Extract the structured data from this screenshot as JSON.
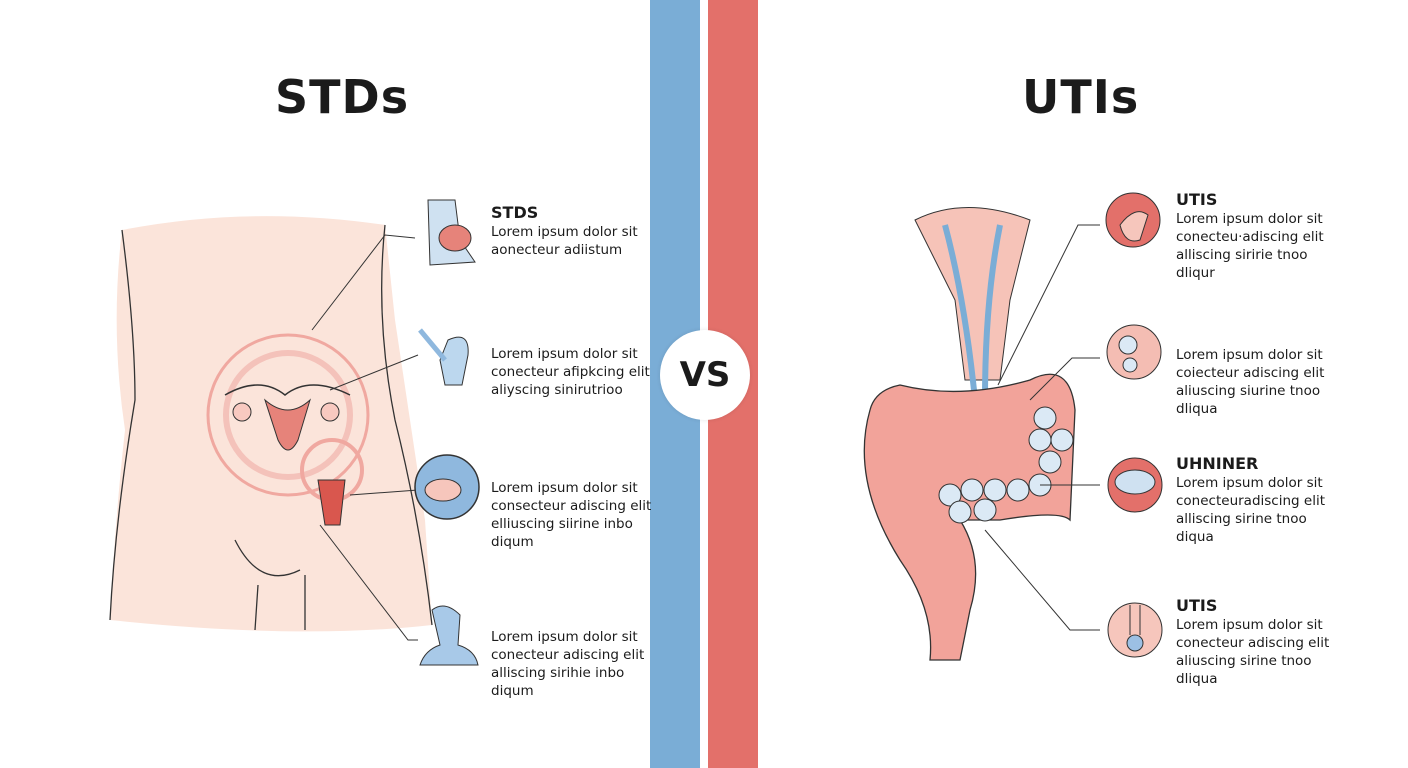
{
  "left": {
    "title": "STDs",
    "items": [
      {
        "heading": "STDS",
        "lines": [
          "Lorem ipsum dolor sit",
          "aonecteur adiistum"
        ]
      },
      {
        "heading": "",
        "lines": [
          "Lorem ipsum dolor sit",
          "conecteur afipkcing elit",
          "aliyscing sinirutrioo"
        ]
      },
      {
        "heading": "",
        "lines": [
          "Lorem ipsum dolor sit",
          "consecteur adiscing elit",
          "elliuscing siirine inbo",
          "diqum"
        ]
      },
      {
        "heading": "",
        "lines": [
          "Lorem ipsum dolor sit",
          "conecteur adiscing elit",
          "alliscing sirihie inbo",
          "diqum"
        ]
      }
    ]
  },
  "center": {
    "vs_label": "VS",
    "colors": {
      "blue": "#7aadd6",
      "red": "#e3706a"
    }
  },
  "right": {
    "title": "UTIs",
    "items": [
      {
        "heading": "UTIS",
        "lines": [
          "Lorem ipsum dolor sit",
          "conecteu·adiscing elit",
          "alliscing siririe tnoo",
          "dliqur"
        ]
      },
      {
        "heading": "",
        "lines": [
          "Lorem ipsum dolor sit",
          "coiecteur adiscing elit",
          "aliuscing siurine tnoo",
          "dliqua"
        ]
      },
      {
        "heading": "UHNINER",
        "lines": [
          "Lorem ipsum dolor sit",
          "conecteuradiscing elit",
          "alliscing sirine tnoo",
          "diqua"
        ]
      },
      {
        "heading": "UTIS",
        "lines": [
          "Lorem ipsum dolor sit",
          "conecteur adiscing elit",
          "aliuscing sirine tnoo",
          "dliqua"
        ]
      }
    ]
  }
}
